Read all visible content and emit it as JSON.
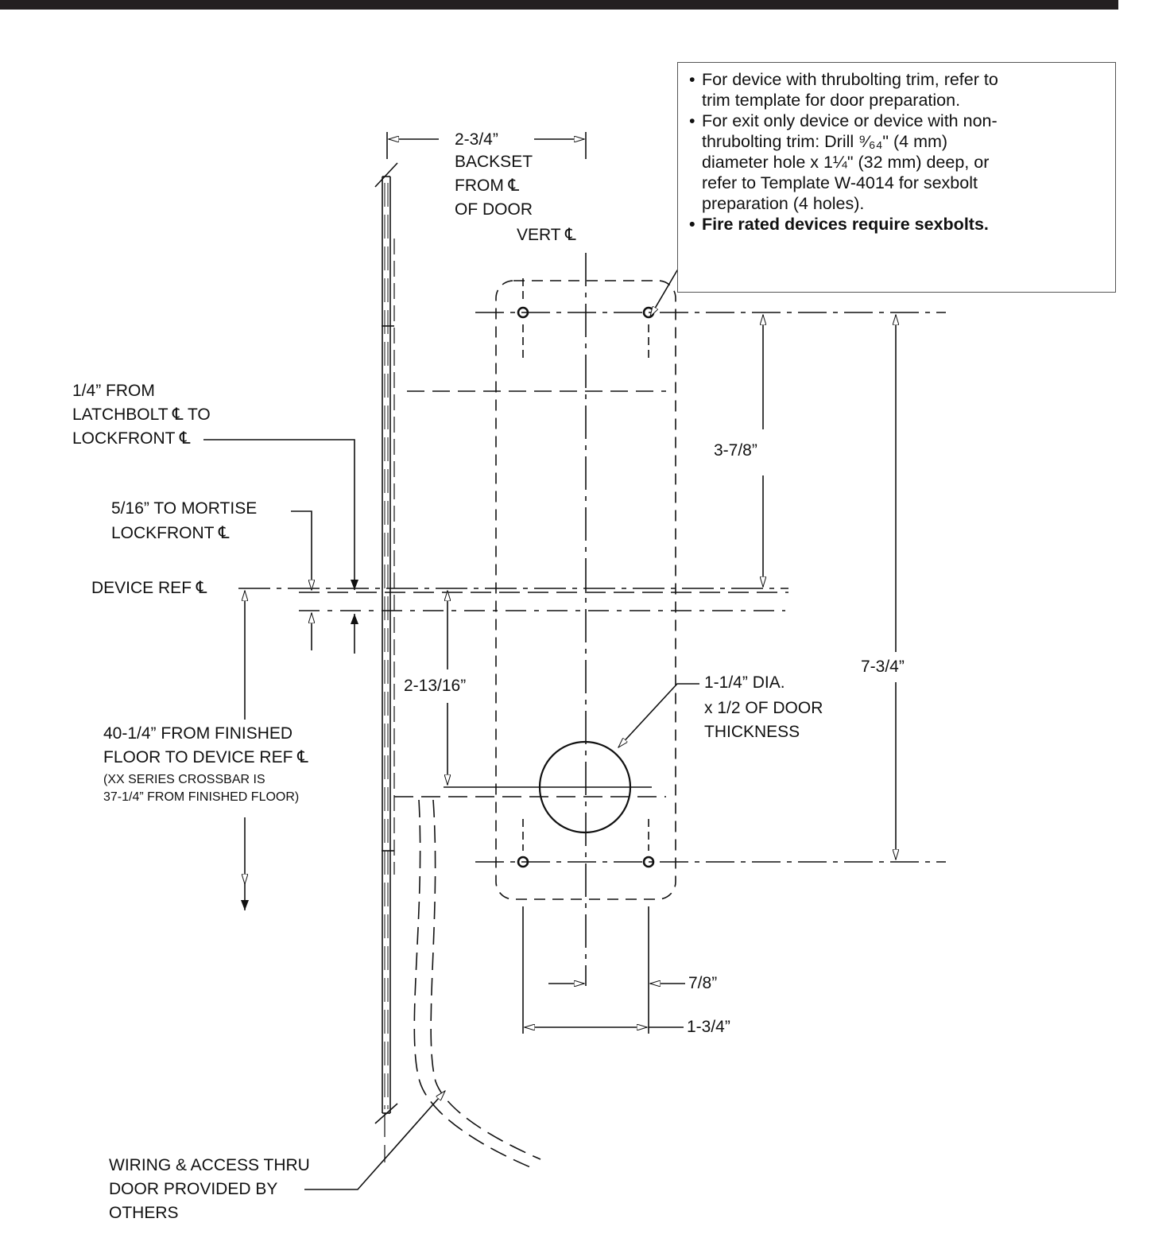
{
  "labels": {
    "backset_dim": "2-3/4”",
    "backset_text": [
      "BACKSET",
      "FROM ℄",
      "OF DOOR"
    ],
    "vert_cl": "VERT ℄",
    "latchbolt": [
      "1/4” FROM",
      "LATCHBOLT ℄ TO",
      "LOCKFRONT ℄"
    ],
    "mortise": [
      "5/16” TO MORTISE",
      "LOCKFRONT ℄"
    ],
    "device_ref": "DEVICE REF ℄",
    "floor": [
      "40-1/4” FROM FINISHED",
      "FLOOR TO DEVICE REF ℄"
    ],
    "floor_note": [
      "(XX SERIES CROSSBAR IS",
      "37-1/4” FROM FINISHED FLOOR)"
    ],
    "dim_2_13_16": "2-13/16”",
    "dim_3_7_8": "3-7/8”",
    "dim_7_3_4": "7-3/4”",
    "hole_dia": [
      "1-1/4” DIA.",
      "x 1/2 OF DOOR",
      "THICKNESS"
    ],
    "dim_7_8": "7/8”",
    "dim_1_3_4": "1-3/4”",
    "wiring": [
      "WIRING & ACCESS THRU",
      "DOOR PROVIDED BY",
      "OTHERS"
    ]
  },
  "note": {
    "items": [
      "For device with thrubolting trim, refer to trim template for door preparation.",
      "For exit only device or device with non-thrubolting trim: Drill 9⁄64\" (4 mm) diameter hole x 1¼\" (32 mm) deep, or refer to Template W-4014 for sexbolt preparation (4 holes).",
      "Fire rated devices require sexbolts."
    ],
    "lines": [
      "For device with thrubolting trim, refer to",
      "trim template for door preparation.",
      "For exit only device or device with non-",
      "thrubolting trim: Drill ⁹⁄₆₄\" (4 mm)",
      "diameter hole x 1¼\" (32 mm) deep, or",
      "refer to Template W-4014 for sexbolt",
      "preparation (4 holes).",
      "Fire rated devices require sexbolts."
    ],
    "bullet": "•"
  },
  "colors": {
    "ink": "#111111",
    "border": "#555555",
    "bar": "#231f20"
  }
}
